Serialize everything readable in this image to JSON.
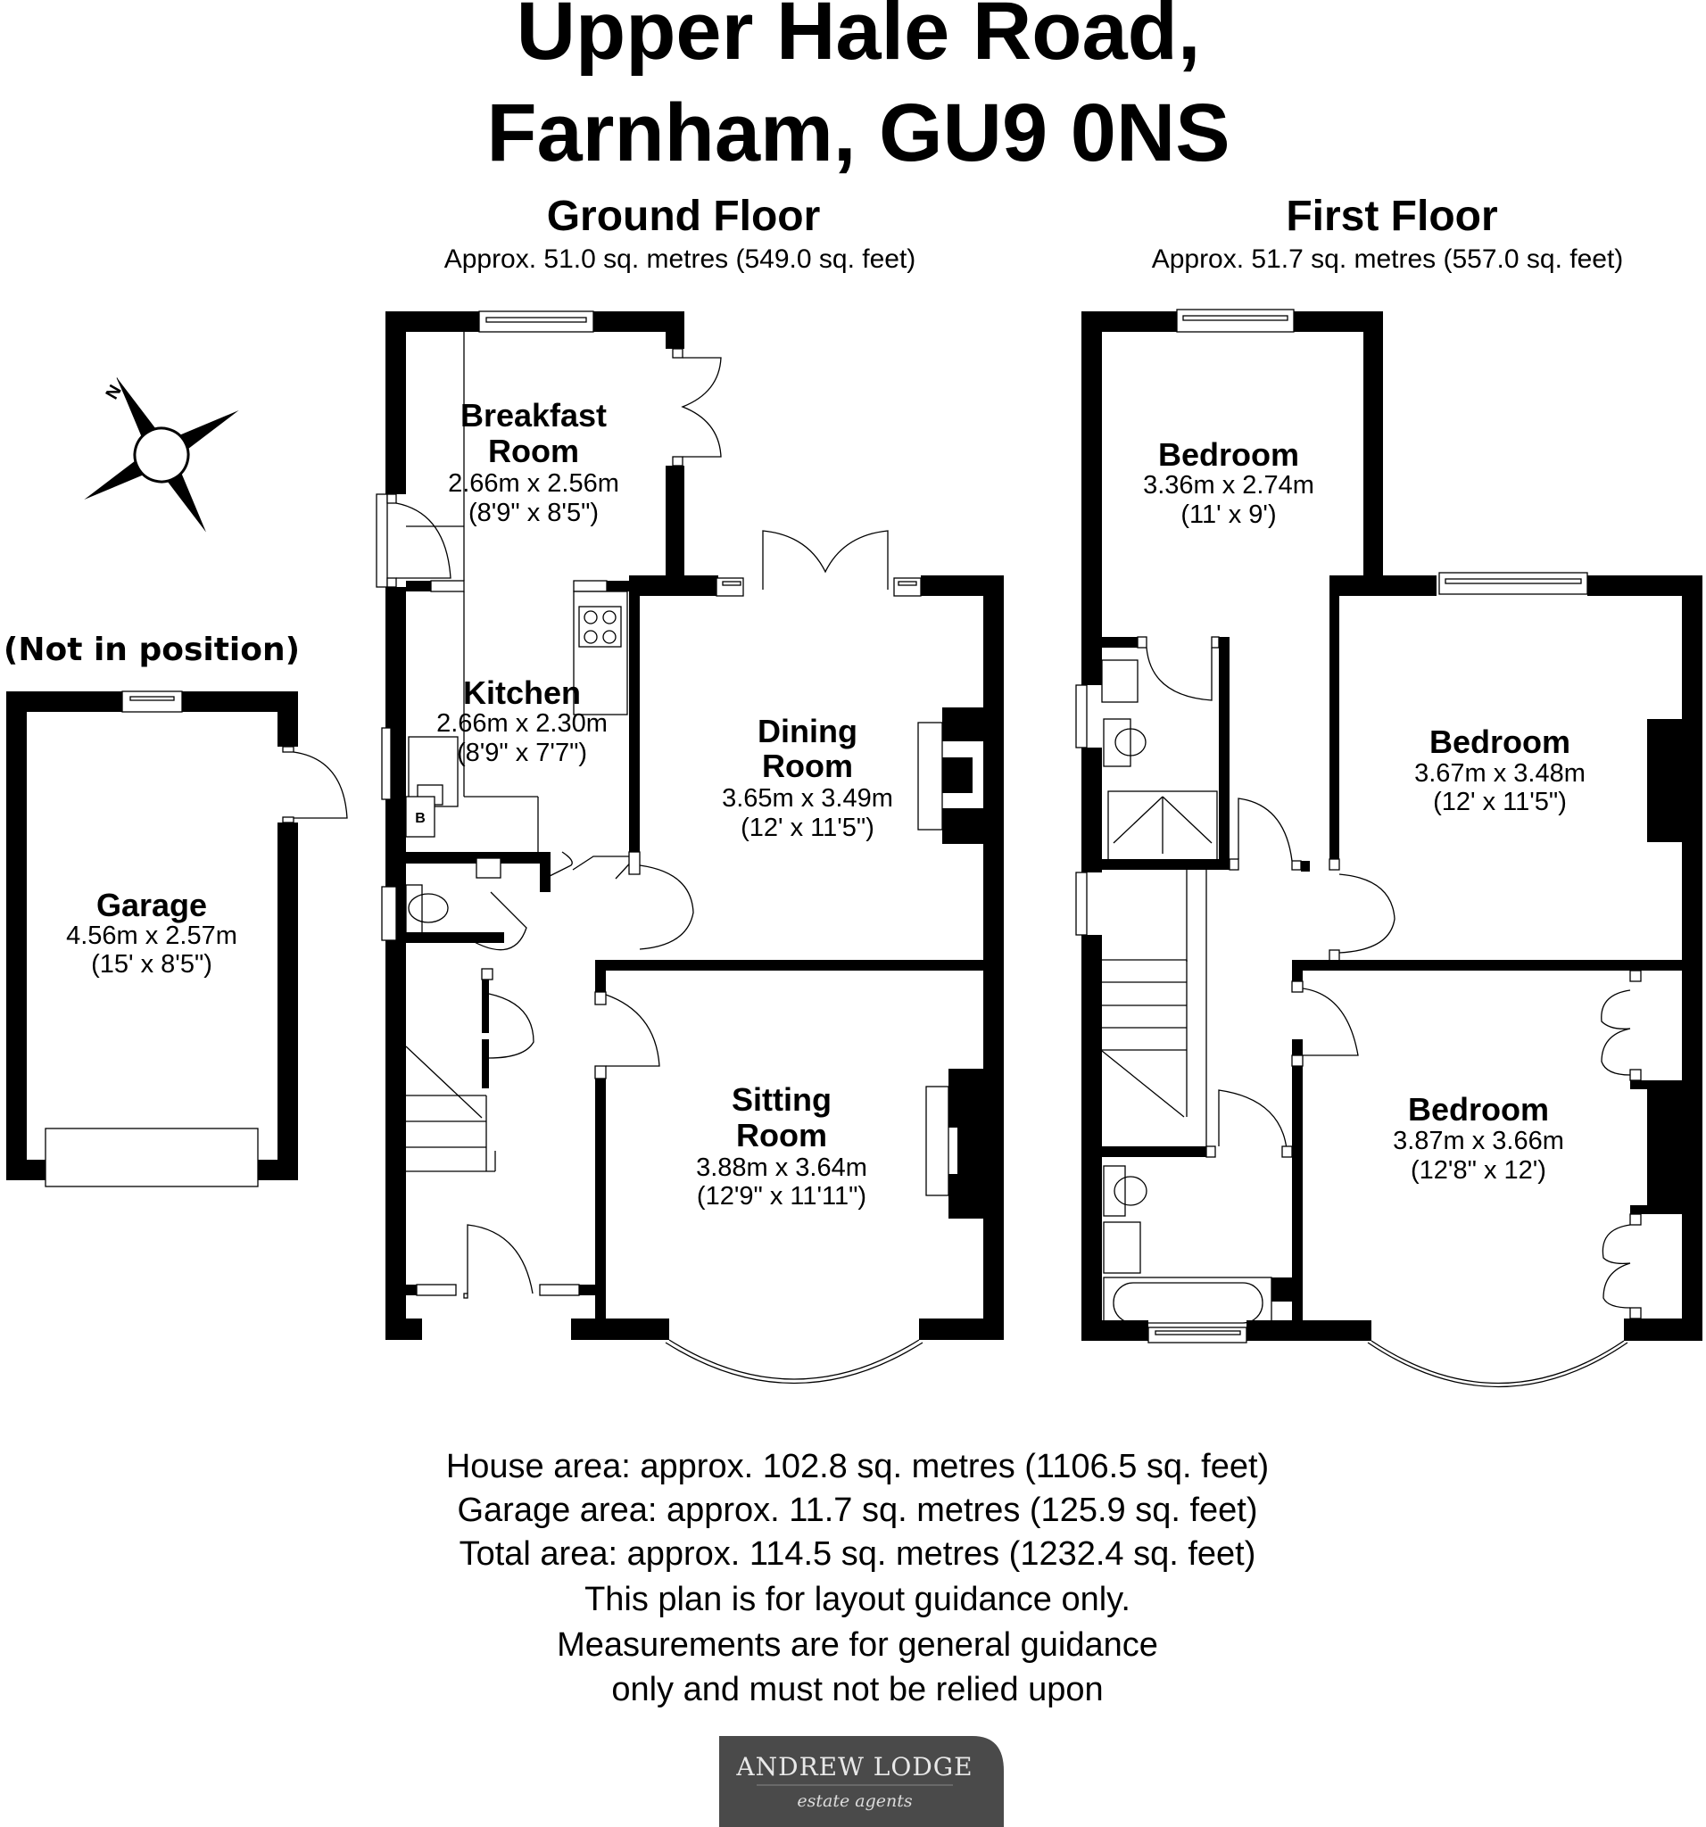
{
  "title": {
    "line1": "Upper Hale Road,",
    "line2": "Farnham, GU9 0NS"
  },
  "ground_floor": {
    "label": "Ground Floor",
    "area": "Approx. 51.0 sq. metres (549.0 sq. feet)",
    "rooms": [
      {
        "name_line1": "Breakfast",
        "name_line2": "Room",
        "metric": "2.66m x 2.56m",
        "imperial": "(8'9\" x 8'5\")"
      },
      {
        "name_line1": "Kitchen",
        "metric": "2.66m x 2.30m",
        "imperial": "(8'9\" x 7'7\")"
      },
      {
        "name_line1": "Dining",
        "name_line2": "Room",
        "metric": "3.65m x 3.49m",
        "imperial": "(12' x 11'5\")"
      },
      {
        "name_line1": "Sitting",
        "name_line2": "Room",
        "metric": "3.88m x 3.64m",
        "imperial": "(12'9\" x 11'11\")"
      }
    ],
    "boiler_label": "B"
  },
  "first_floor": {
    "label": "First Floor",
    "area": "Approx. 51.7 sq. metres (557.0 sq. feet)",
    "rooms": [
      {
        "name_line1": "Bedroom",
        "metric": "3.36m x 2.74m",
        "imperial": "(11' x 9')"
      },
      {
        "name_line1": "Bedroom",
        "metric": "3.67m x 3.48m",
        "imperial": "(12' x 11'5\")"
      },
      {
        "name_line1": "Bedroom",
        "metric": "3.87m x 3.66m",
        "imperial": "(12'8\" x 12')"
      }
    ]
  },
  "garage": {
    "note": "(Not in position)",
    "name": "Garage",
    "metric": "4.56m x 2.57m",
    "imperial": "(15' x 8'5\")"
  },
  "compass": {
    "north_label": "N",
    "icon": "compass-rose-icon"
  },
  "footer": {
    "lines": [
      "House area: approx. 102.8 sq. metres (1106.5 sq. feet)",
      "Garage area: approx. 11.7 sq. metres (125.9 sq. feet)",
      "Total area: approx. 114.5 sq. metres (1232.4 sq. feet)",
      "This plan is for layout guidance only.",
      "Measurements are for general guidance",
      "only and must not be relied upon"
    ]
  },
  "logo": {
    "name": "ANDREW LODGE",
    "tagline": "estate agents",
    "bg_color": "#4a4a4a"
  }
}
